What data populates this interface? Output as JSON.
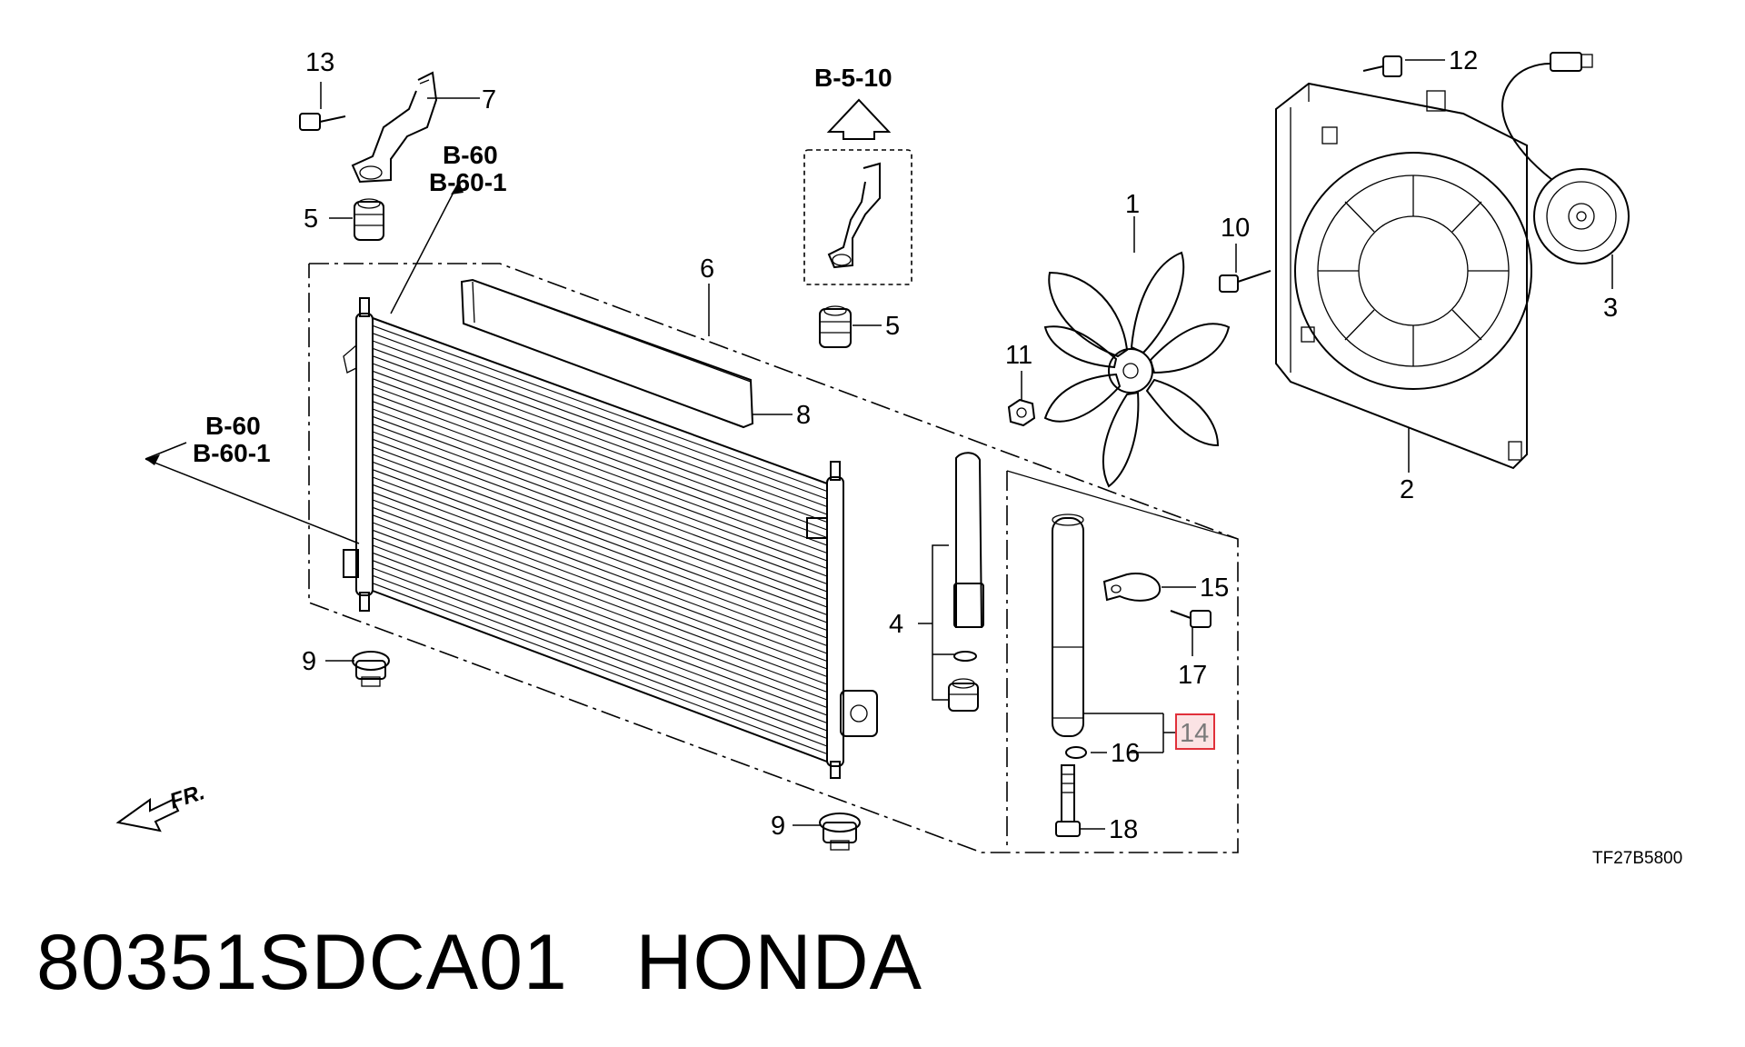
{
  "callouts": {
    "c1": "1",
    "c2": "2",
    "c3": "3",
    "c4": "4",
    "c5a": "5",
    "c5b": "5",
    "c6": "6",
    "c7": "7",
    "c8": "8",
    "c9a": "9",
    "c9b": "9",
    "c10": "10",
    "c11": "11",
    "c12": "12",
    "c13": "13",
    "c14": "14",
    "c15": "15",
    "c16": "16",
    "c17": "17",
    "c18": "18"
  },
  "references": {
    "b510": "B-5-10",
    "b60_top": "B-60",
    "b601_top": "B-60-1",
    "b60_left": "B-60",
    "b601_left": "B-60-1"
  },
  "direction_label": "FR.",
  "diagram_code": "TF27B5800",
  "footer": {
    "part_number": "80351SDCA01",
    "brand": "HONDA"
  },
  "colors": {
    "highlight": "#e0303a",
    "highlight_fill": "#fbe3e4",
    "ink": "#000000"
  }
}
